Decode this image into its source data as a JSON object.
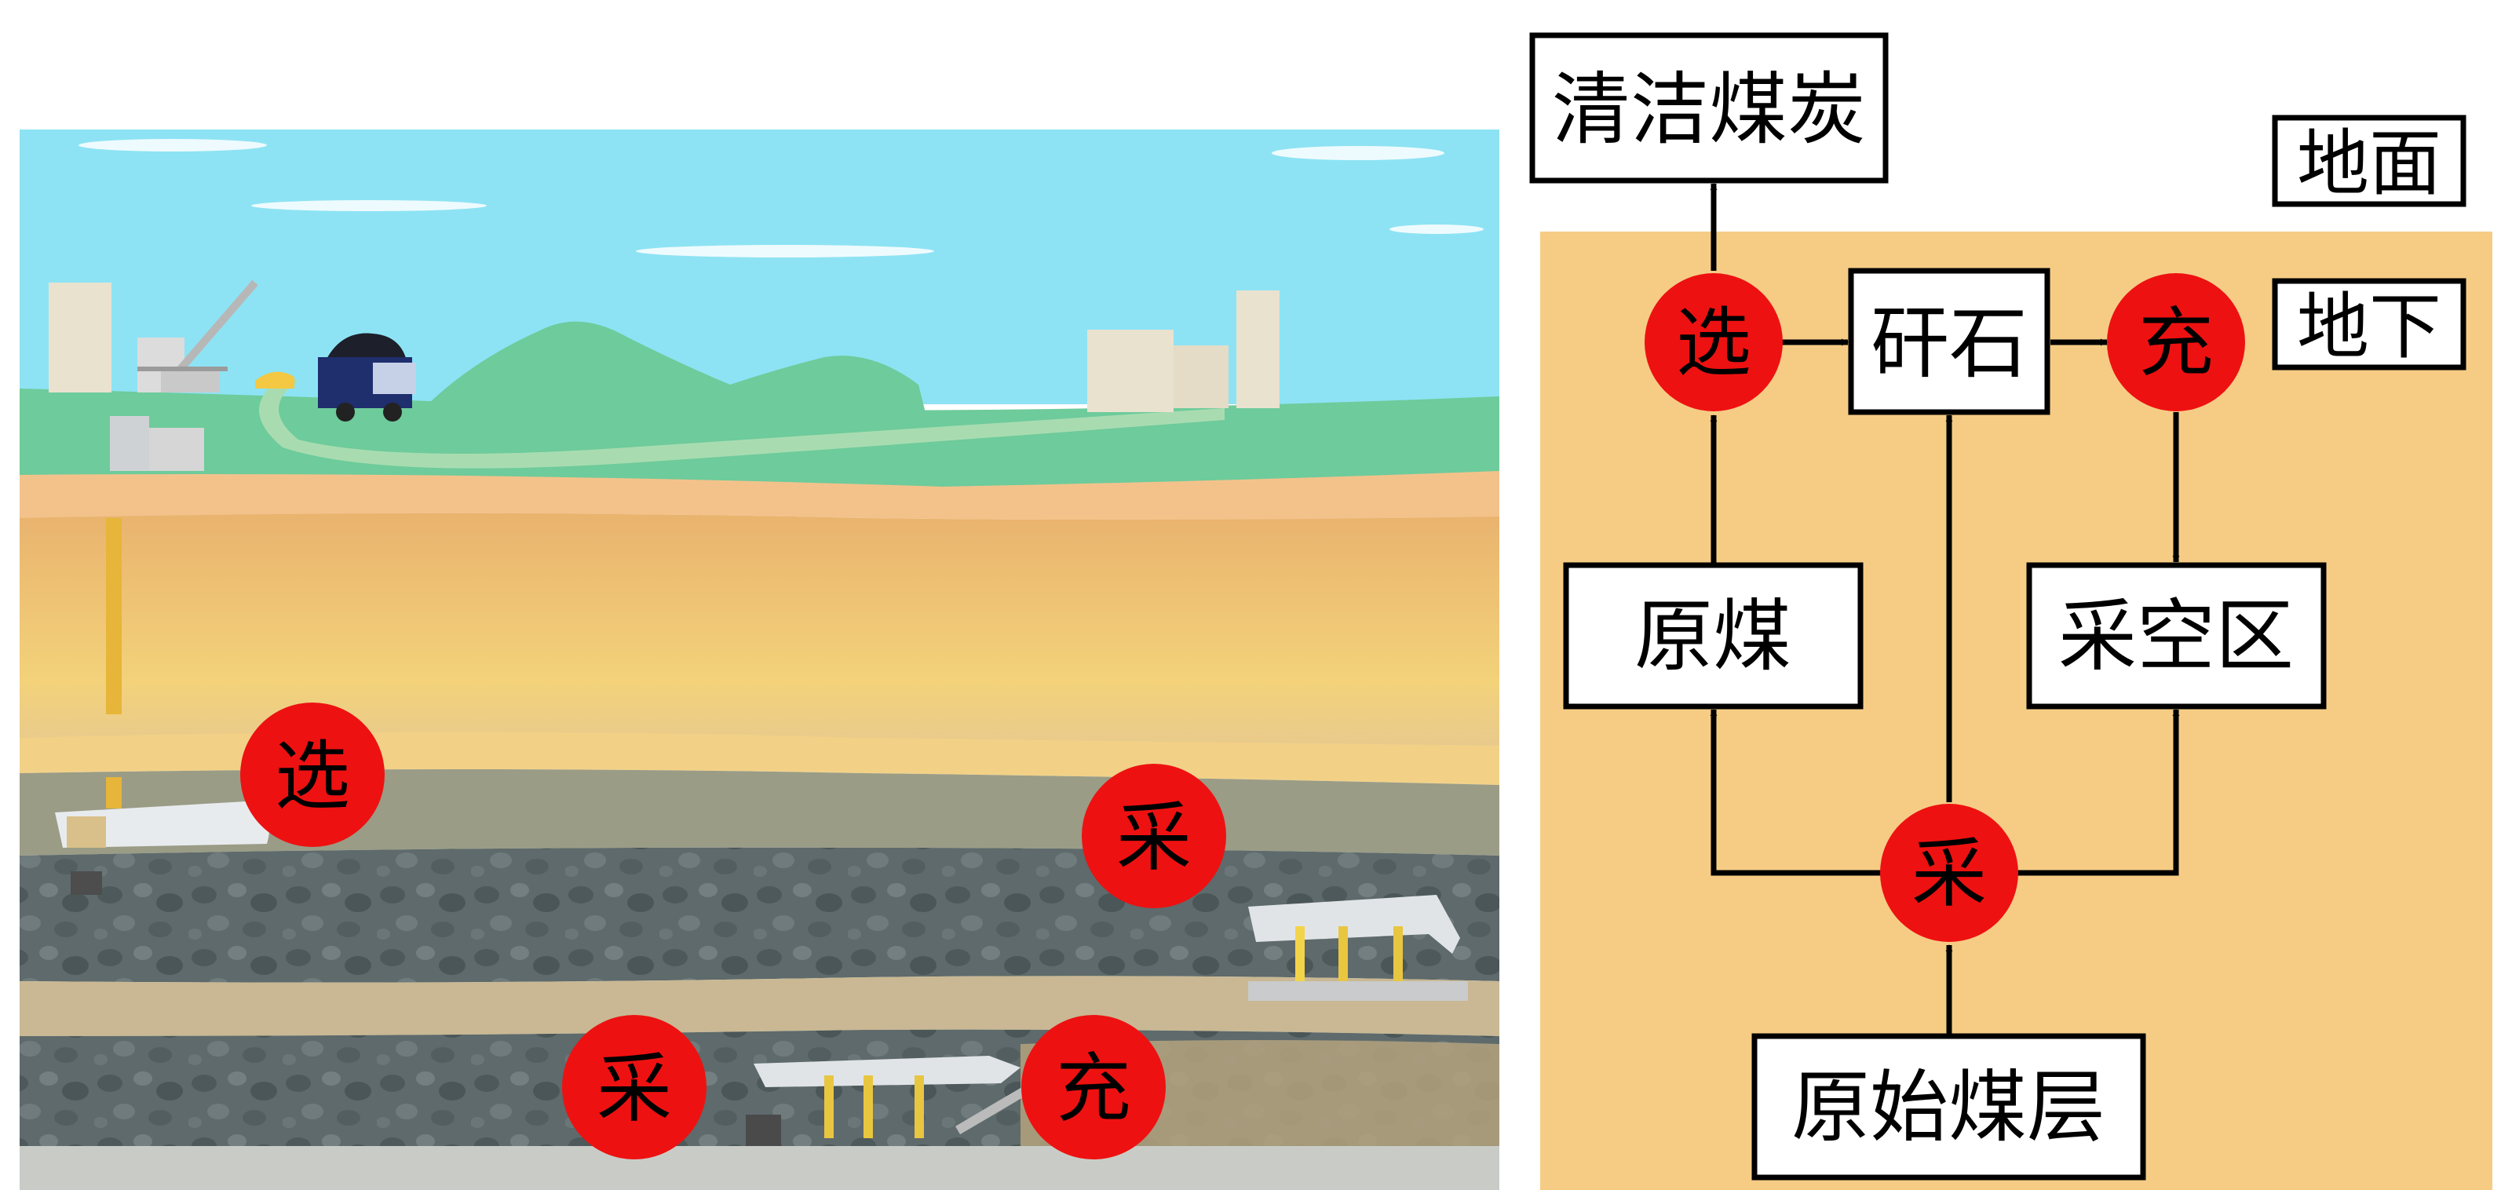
{
  "illustration": {
    "markers": [
      {
        "label": "选"
      },
      {
        "label": "采"
      },
      {
        "label": "采"
      },
      {
        "label": "充"
      }
    ]
  },
  "flowchart": {
    "labels": {
      "ground": "地面",
      "underground": "地下"
    },
    "boxes": {
      "clean_coal": "清洁煤炭",
      "gangue": "矸石",
      "raw_coal": "原煤",
      "goaf": "采空区",
      "original_seam": "原始煤层"
    },
    "circles": {
      "select": "选",
      "fill": "充",
      "mine": "采"
    }
  },
  "colors": {
    "marker_red": "#ee1111",
    "underground_panel": "#f6cc85",
    "sky": "#8de3f4",
    "grass": "#6ecb9b"
  }
}
